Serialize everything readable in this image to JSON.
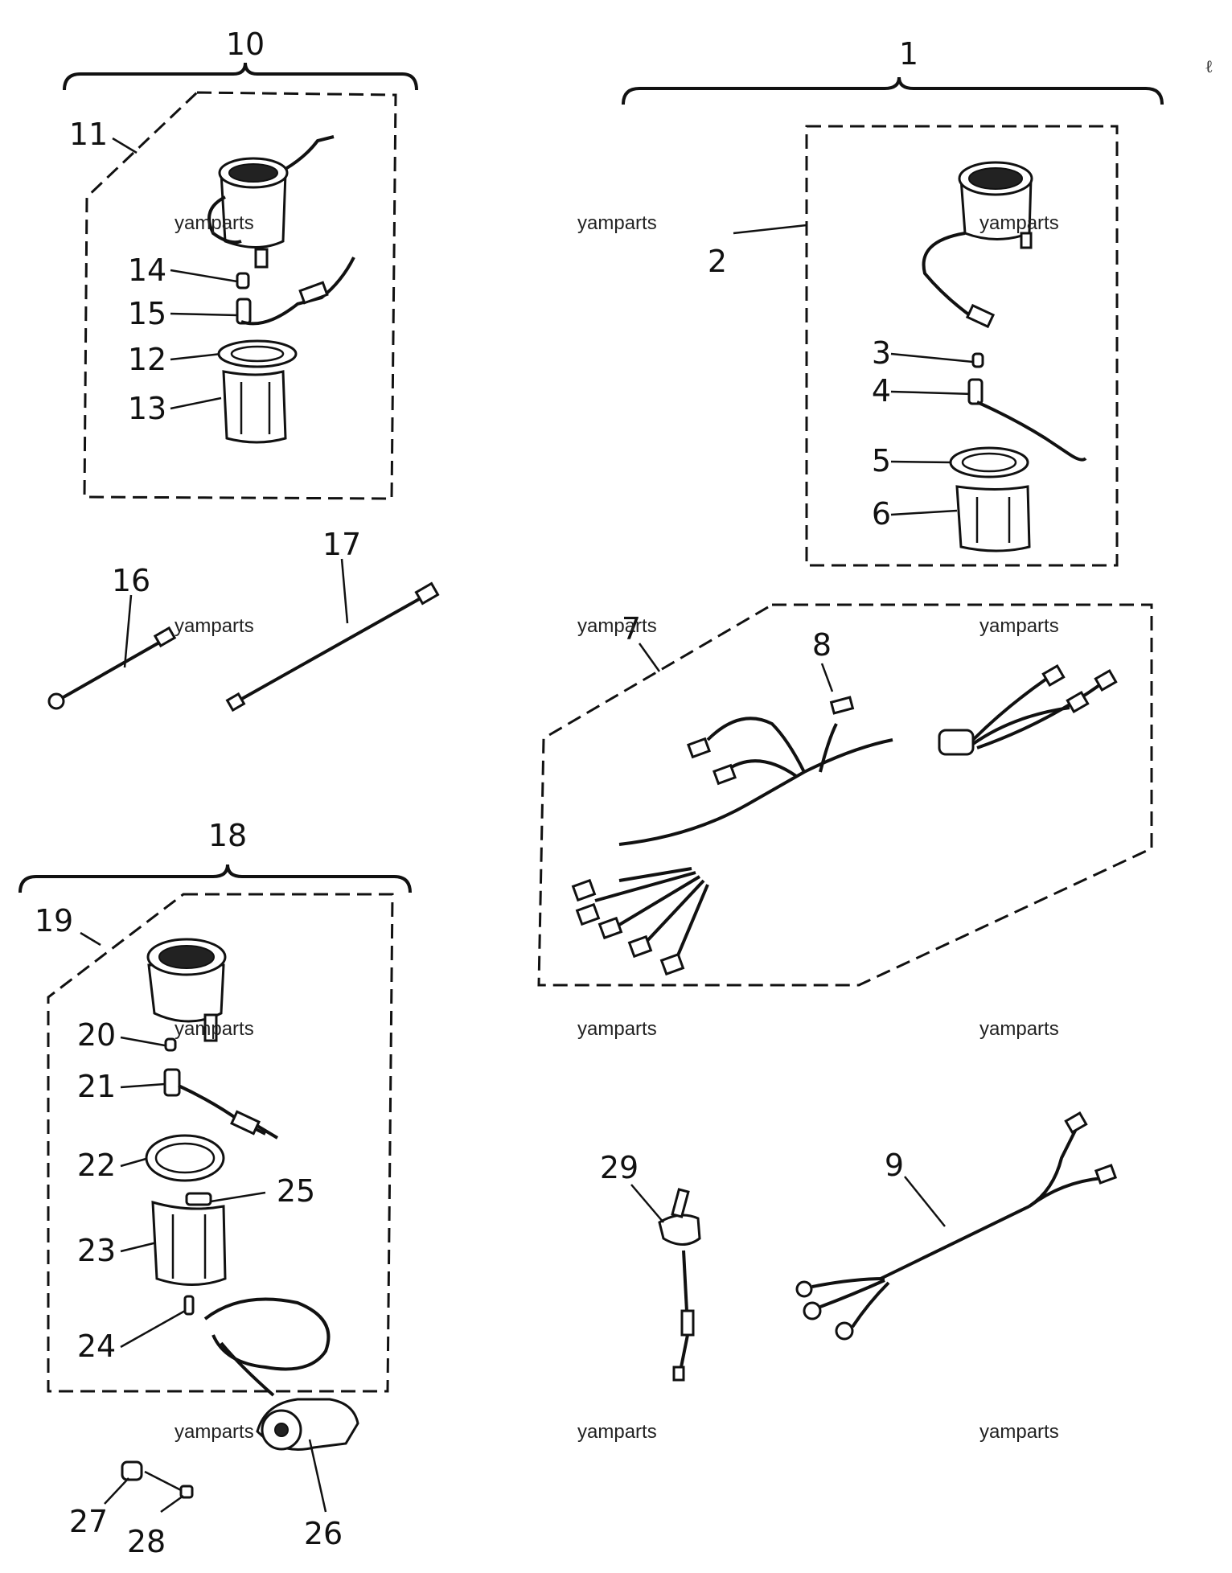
{
  "callouts": [
    "1",
    "2",
    "3",
    "4",
    "5",
    "6",
    "7",
    "8",
    "9",
    "10",
    "11",
    "12",
    "13",
    "14",
    "15",
    "16",
    "17",
    "18",
    "19",
    "20",
    "21",
    "22",
    "23",
    "24",
    "25",
    "26",
    "27",
    "28",
    "29"
  ],
  "watermark": "yamparts",
  "stray_mark": "ℓ"
}
